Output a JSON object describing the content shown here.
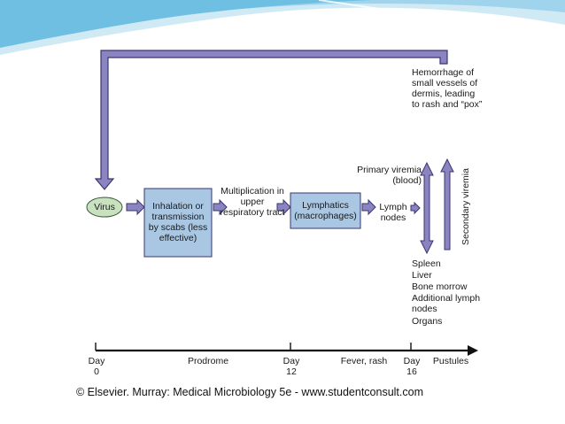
{
  "nodes": {
    "virus": "Virus",
    "inhalation": "Inhalation or transmission by scabs (less effective)",
    "multiplication": "Multiplication in upper respiratory tract",
    "lymphatics": "Lymphatics (macrophages)",
    "lymph_nodes": "Lymph nodes",
    "primary_viremia": "Primary viremia (blood)",
    "secondary_viremia": "Secondary viremia",
    "hemorrhage": "Hemorrhage of small vessels of dermis, leading to rash and “pox”",
    "organs": [
      "Spleen",
      "Liver",
      "Bone morrow",
      "Additional lymph nodes",
      "Organs"
    ]
  },
  "timeline": {
    "day0": "Day 0",
    "prodrome": "Prodrome",
    "day12": "Day 12",
    "fever": "Fever, rash",
    "day16": "Day 16",
    "pustules": "Pustules"
  },
  "credit": "© Elsevier. Murray: Medical Microbiology 5e - www.studentconsult.com",
  "colors": {
    "arrow_fill": "#8a84c0",
    "arrow_stroke": "#3a3570",
    "box_fill": "#a9c7e3",
    "virus_fill": "#c8e2c0"
  }
}
